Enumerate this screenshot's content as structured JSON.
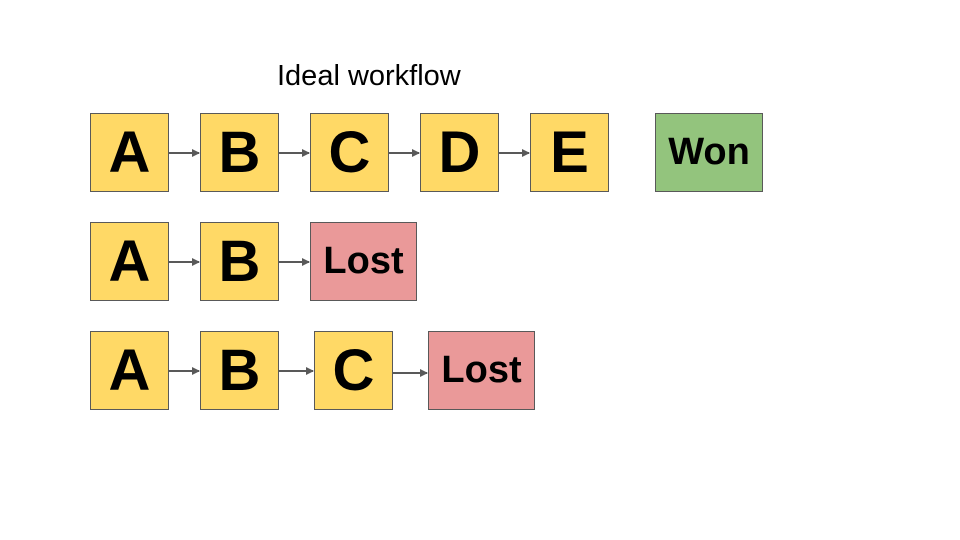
{
  "title": "Ideal workflow",
  "colors": {
    "step": "#ffd966",
    "won": "#93c47d",
    "lost": "#ea9999",
    "border": "#595959",
    "arrow": "#595959"
  },
  "rows": [
    {
      "steps": [
        "A",
        "B",
        "C",
        "D",
        "E"
      ],
      "outcome": "Won"
    },
    {
      "steps": [
        "A",
        "B"
      ],
      "outcome": "Lost"
    },
    {
      "steps": [
        "A",
        "B",
        "C"
      ],
      "outcome": "Lost"
    }
  ]
}
